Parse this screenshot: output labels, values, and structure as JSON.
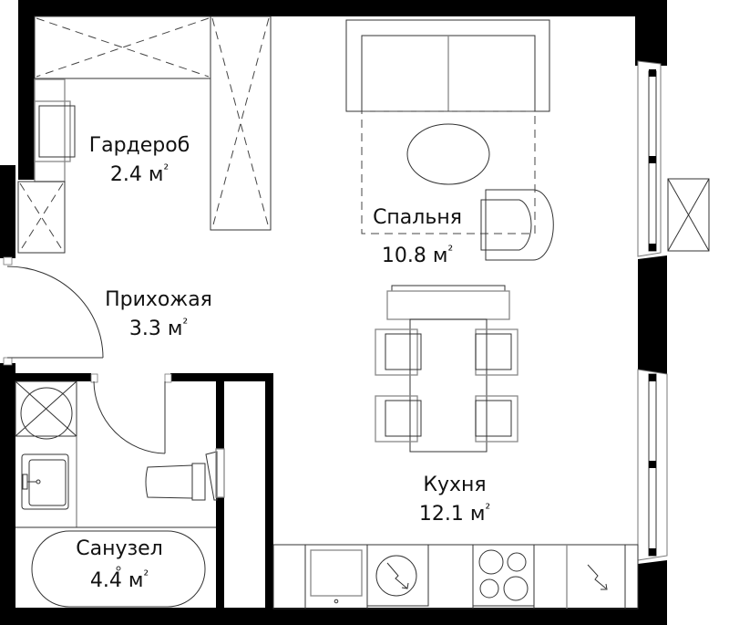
{
  "plan": {
    "type": "apartment-floor-plan",
    "area_unit": "м",
    "area_unit_superscript": "²",
    "colors": {
      "walls": "#000000",
      "background": "#ffffff",
      "furniture": "#333333"
    }
  },
  "rooms": [
    {
      "id": "wardrobe",
      "name": "Гардероб",
      "area": "2.4",
      "unit": "м²"
    },
    {
      "id": "bedroom",
      "name": "Спальня",
      "area": "10.8",
      "unit": "м²"
    },
    {
      "id": "hallway",
      "name": "Прихожая",
      "area": "3.3",
      "unit": "м²"
    },
    {
      "id": "bathroom",
      "name": "Санузел",
      "area": "4.4",
      "unit": "м²"
    },
    {
      "id": "kitchen",
      "name": "Кухня",
      "area": "12.1",
      "unit": "м²"
    }
  ],
  "fixtures": [
    "wardrobe-shelving",
    "sofa",
    "coffee-table",
    "armchair",
    "dining-table",
    "dining-chairs",
    "washing-machine",
    "sink",
    "toilet",
    "bathtub",
    "kitchen-sink",
    "dishwasher",
    "cooktop",
    "oven",
    "windows",
    "balcony-unit",
    "entrance-door",
    "bathroom-door"
  ]
}
